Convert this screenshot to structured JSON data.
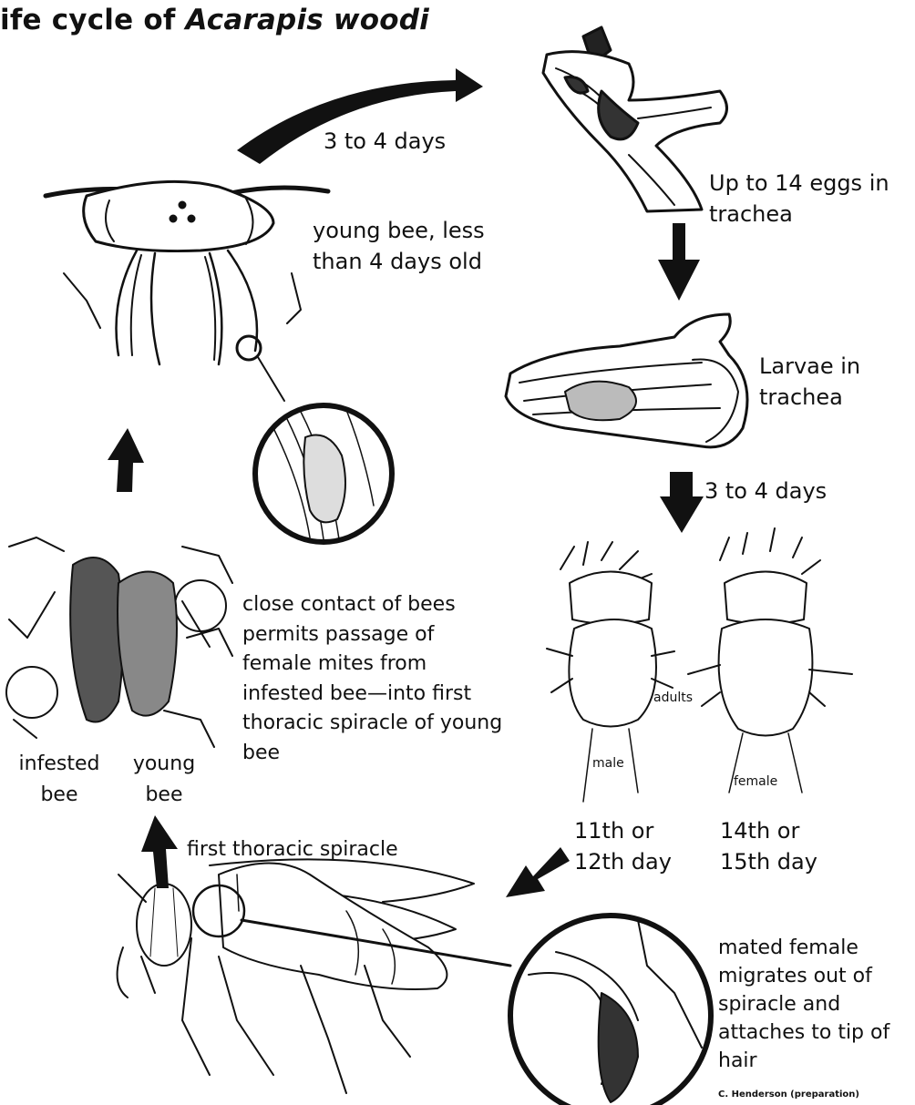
{
  "title": {
    "prefix": "ife cycle of ",
    "species": "Acarapis woodi"
  },
  "stages": {
    "interval_top": "3 to 4 days",
    "eggs": "Up to 14 eggs in trachea",
    "larvae": "Larvae in trachea",
    "interval_right": "3 to 4 days",
    "adults": "adults",
    "male": "male",
    "female": "female",
    "male_day": "11th or 12th day",
    "female_day": "14th or 15th day",
    "migration": "mated female migrates out of spiracle and attaches to tip of hair",
    "spiracle": "first thoracic spiracle",
    "young_bee_old": "young bee, less than 4 days old",
    "contact": "close contact of bees permits passage of female mites from infested bee—into first thoracic spiracle of young bee",
    "infested_bee": "infested bee",
    "young_bee": "young bee"
  },
  "credit": "C. Henderson (preparation)"
}
